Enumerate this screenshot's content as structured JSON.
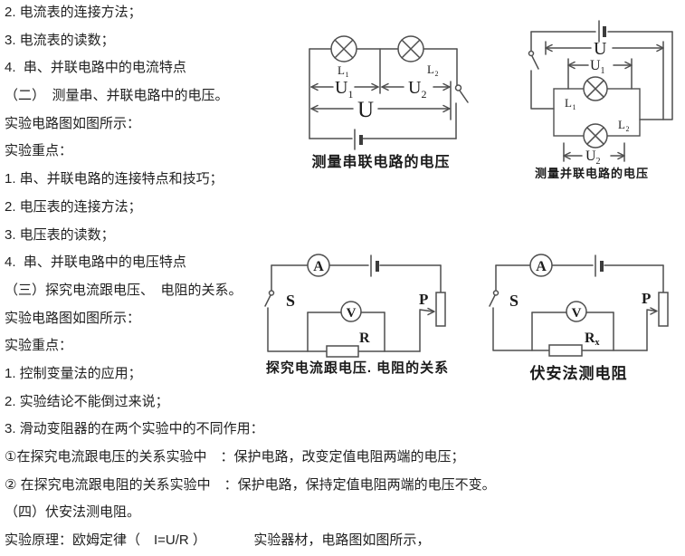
{
  "page": {
    "background": "#ffffff",
    "text_color": "#1f1f1f",
    "diagram_stroke": "#4f4f4f"
  },
  "text_lines": [
    "2. 电流表的连接方法；",
    "3. 电流表的读数；",
    "4.  串、并联电路中的电流特点",
    "（二）　测量串、并联电路中的电压。",
    "实验电路图如图所示：",
    "实验重点：",
    "1. 串、并联电路的连接特点和技巧；",
    "2. 电压表的连接方法；",
    "3. 电压表的读数；",
    "4.  串、并联电路中的电压特点",
    "（三）探究电流跟电压、　电阻的关系。",
    "实验电路图如图所示：",
    "实验重点：",
    "1. 控制变量法的应用；",
    "2. 实验结论不能倒过来说；",
    "3. 滑动变阻器的在两个实验中的不同作用：",
    "①在探究电流跟电压的关系实验中　：保护电路，改变定值电阻两端的电压；",
    "② 在探究电流跟电阻的关系实验中　：保护电路，保持定值电阻两端的电压不变。",
    "（四）伏安法测电阻。",
    "实验原理：欧姆定律（　I=U/R ）　　　　实验器材，电路图如图所示，"
  ],
  "diagrams": {
    "series": {
      "caption": "测量串联电路的电压",
      "lamp": "L",
      "sub1": "1",
      "sub2": "2",
      "voltage": "U"
    },
    "parallel": {
      "caption": "测量并联电路的电压",
      "lamp": "L",
      "sub1": "1",
      "sub2": "2",
      "voltage": "U"
    },
    "iv_relation": {
      "caption": "探究电流跟电压. 电阻的关系",
      "ammeter": "A",
      "voltmeter": "V",
      "switch": "S",
      "resistor": "R",
      "slider": "P"
    },
    "volt_ampere": {
      "caption": "伏安法测电阻",
      "ammeter": "A",
      "voltmeter": "V",
      "switch": "S",
      "resistor": "R",
      "resistor_sub": "x",
      "slider": "P"
    }
  }
}
